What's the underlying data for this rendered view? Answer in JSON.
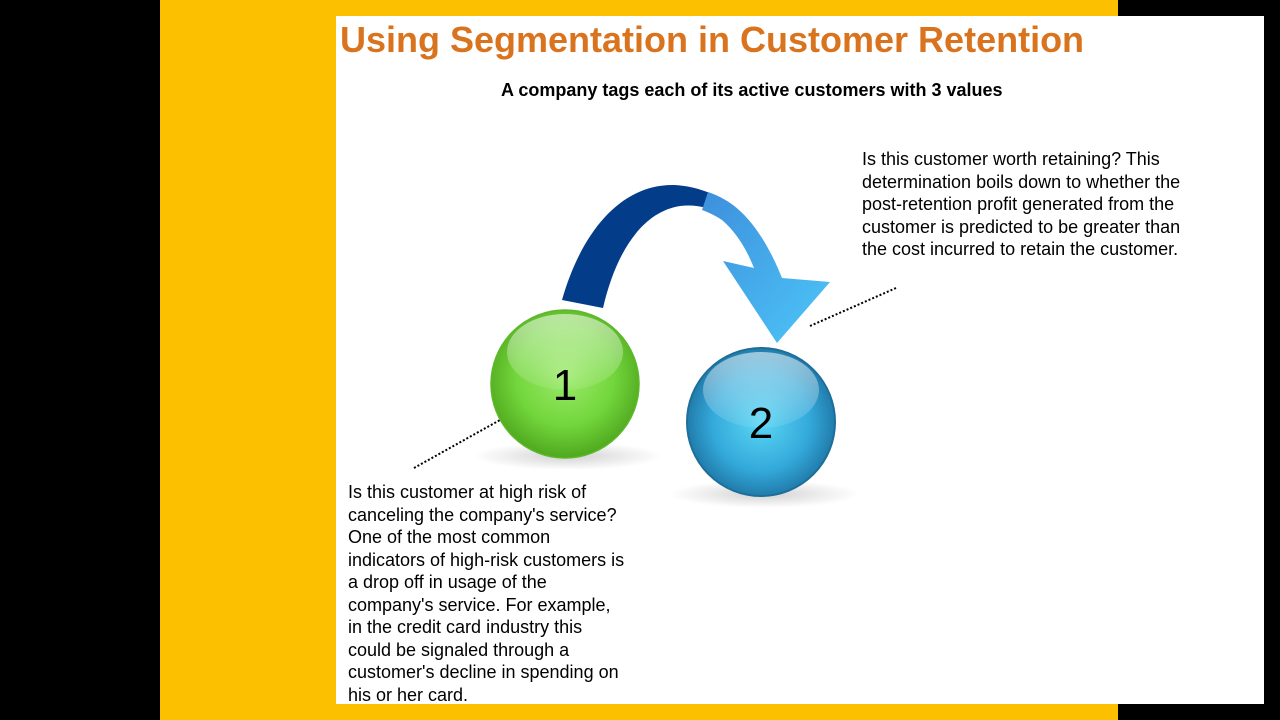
{
  "slide": {
    "title": "Using Segmentation in Customer Retention",
    "subtitle": "A company tags each of its active customers with 3 values"
  },
  "diagram": {
    "steps": [
      {
        "number": "1",
        "color": "#6FD23A",
        "text": "Is this customer at high risk of canceling the company's service? One of the most common indicators of high-risk customers is a drop off in usage of the company's service. For example, in the credit card industry this could be signaled through a customer's decline in spending on his or her card."
      },
      {
        "number": "2",
        "color": "#2FA8D8",
        "text": "Is this customer worth retaining? This determination boils down to whether the post-retention profit generated from the customer is predicted to be greater than the cost incurred to retain the customer."
      }
    ],
    "arrow_icon": "curved-arrow-right",
    "colors": {
      "title": "#D9731E",
      "frame": "#FCC000",
      "arrow_dark": "#033D8A",
      "arrow_light": "#4DC3F7"
    }
  }
}
